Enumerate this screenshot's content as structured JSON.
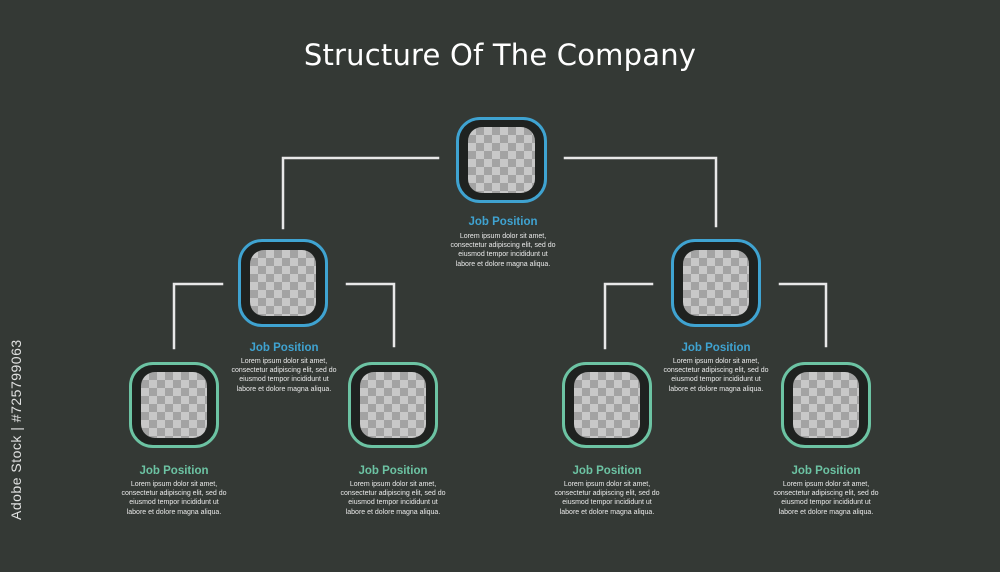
{
  "title": "Structure Of The Company",
  "colors": {
    "background": "#343935",
    "connector": "#e8e8e8",
    "accent_blue": "#3fa3d1",
    "accent_green": "#6cc3a3"
  },
  "watermark": "Adobe Stock | #725799063",
  "nodes": [
    {
      "id": "root",
      "tone": "blue",
      "position": "Job Position",
      "description": "Lorem ipsum dolor sit amet, consectetur adipiscing elit, sed do eiusmod tempor incididunt ut labore et dolore magna aliqua."
    },
    {
      "id": "mid-left",
      "tone": "blue",
      "position": "Job Position",
      "description": "Lorem ipsum dolor sit amet, consectetur adipiscing elit, sed do eiusmod tempor incididunt ut labore et dolore magna aliqua."
    },
    {
      "id": "mid-right",
      "tone": "blue",
      "position": "Job Position",
      "description": "Lorem ipsum dolor sit amet, consectetur adipiscing elit, sed do eiusmod tempor incididunt ut labore et dolore magna aliqua."
    },
    {
      "id": "leaf-1",
      "tone": "green",
      "position": "Job Position",
      "description": "Lorem ipsum dolor sit amet, consectetur adipiscing elit, sed do eiusmod tempor incididunt ut labore et dolore magna aliqua."
    },
    {
      "id": "leaf-2",
      "tone": "green",
      "position": "Job Position",
      "description": "Lorem ipsum dolor sit amet, consectetur adipiscing elit, sed do eiusmod tempor incididunt ut labore et dolore magna aliqua."
    },
    {
      "id": "leaf-3",
      "tone": "green",
      "position": "Job Position",
      "description": "Lorem ipsum dolor sit amet, consectetur adipiscing elit, sed do eiusmod tempor incididunt ut labore et dolore magna aliqua."
    },
    {
      "id": "leaf-4",
      "tone": "green",
      "position": "Job Position",
      "description": "Lorem ipsum dolor sit amet, consectetur adipiscing elit, sed do eiusmod tempor incididunt ut labore et dolore magna aliqua."
    }
  ]
}
